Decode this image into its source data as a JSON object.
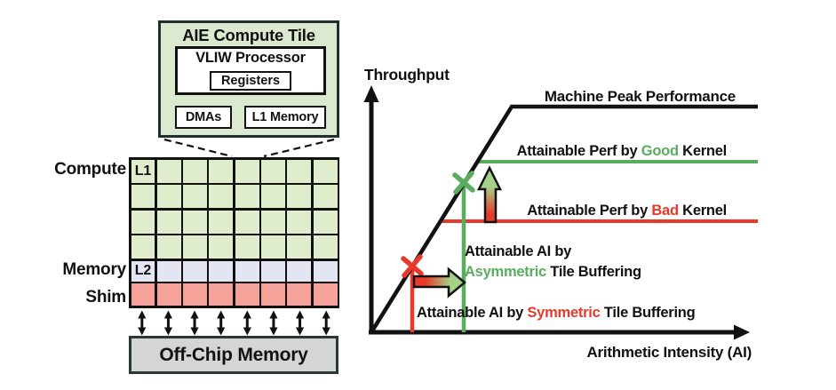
{
  "left_diagram": {
    "aie_tile": {
      "title": "AIE Compute Tile",
      "vliw_label": "VLIW Processor",
      "registers_label": "Registers",
      "dmas_label": "DMAs",
      "l1_memory_label": "L1 Memory"
    },
    "array": {
      "columns": 8,
      "compute_rows": 4,
      "memory_rows": 1,
      "shim_rows": 1,
      "row_labels": {
        "compute": "Compute",
        "memory": "Memory",
        "shim": "Shim"
      },
      "cell_labels": {
        "l1": "L1",
        "l2": "L2"
      }
    },
    "offchip_label": "Off-Chip Memory"
  },
  "chart": {
    "y_axis_label": "Throughput",
    "x_axis_label": "Arithmetic Intensity (AI)",
    "peak_label": "Machine Peak Performance",
    "good_kernel": {
      "prefix": "Attainable Perf by ",
      "highlight": "Good",
      "suffix": " Kernel"
    },
    "bad_kernel": {
      "prefix": "Attainable Perf by ",
      "highlight": "Bad",
      "suffix": " Kernel"
    },
    "asym_ai": {
      "line1": "Attainable AI by",
      "highlight": "Asymmetric",
      "suffix": " Tile Buffering"
    },
    "sym_ai": {
      "prefix": "Attainable AI by ",
      "highlight": "Symmetric",
      "suffix": " Tile Buffering"
    }
  },
  "colors": {
    "good_green": "#58ad5f",
    "bad_red": "#e8392b",
    "compute_tile": "#e0edcc",
    "memory_tile": "#e3e6f2",
    "shim_tile": "#f4a29a",
    "aie_box_bg": "#dbe9d1",
    "offchip_bg": "#d4d6d4"
  }
}
